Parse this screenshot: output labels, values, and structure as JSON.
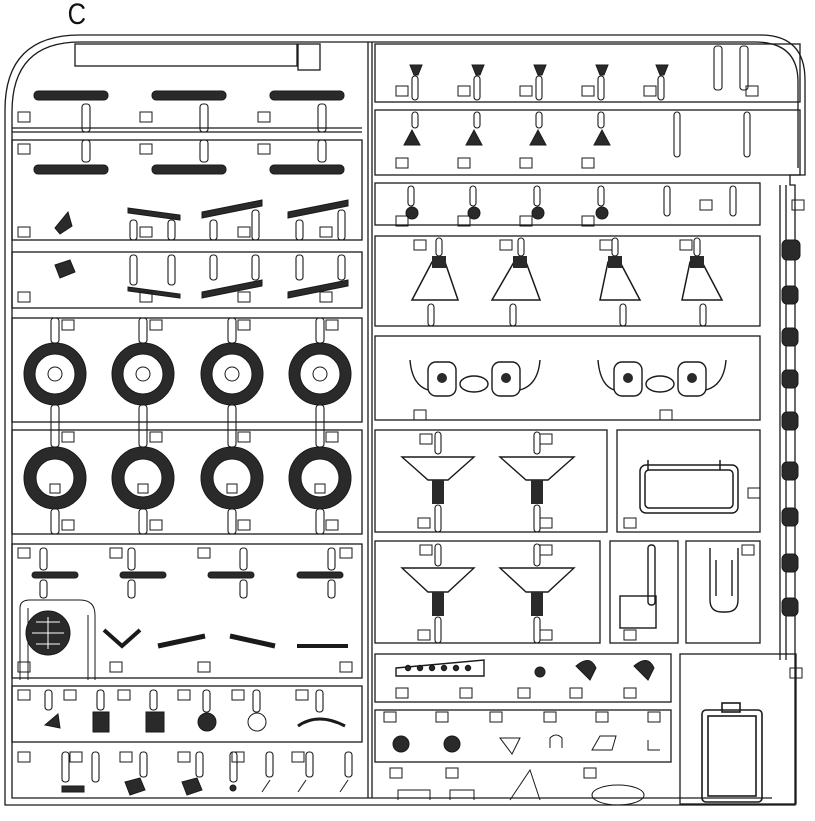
{
  "sheet": {
    "label": "C",
    "line_color": "#1a1a1a",
    "part_fill": "#2a2a2a",
    "background": "#ffffff"
  },
  "part_groups": {
    "shock_absorbers": 6,
    "suspension_links": 6,
    "hubs": 5,
    "fork_parts": 4,
    "seat_brackets": 4,
    "clamp_assemblies": 4,
    "wheels_solid": 4,
    "wheels_slotted": 4,
    "brackets_side": 8,
    "axle_pins": 4,
    "small_parts_row": 6,
    "lower_parts_row": 7
  }
}
